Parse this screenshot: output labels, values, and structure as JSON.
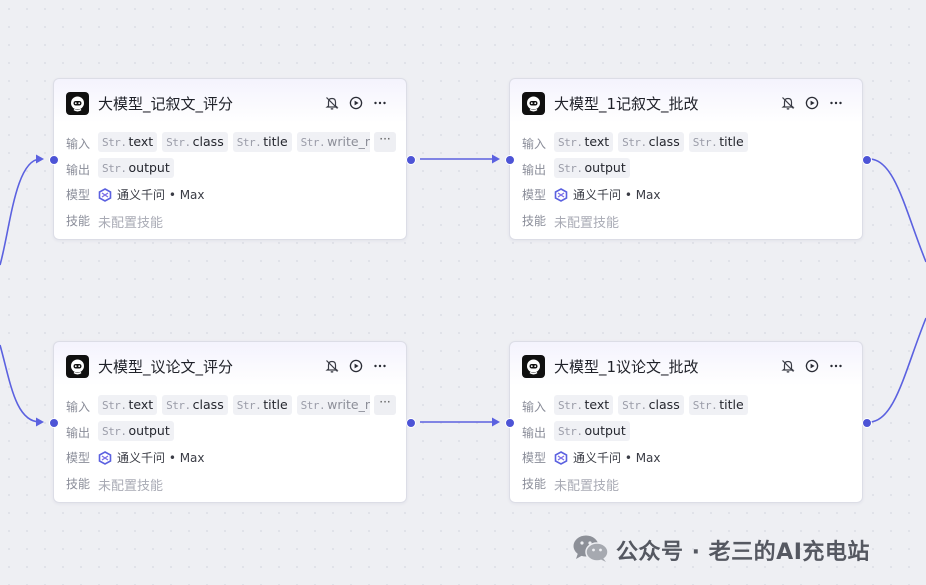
{
  "nodes": [
    {
      "title": "大模型_记叙文_评分",
      "inputs_label": "输入",
      "inputs": [
        {
          "type": "Str.",
          "name": "text"
        },
        {
          "type": "Str.",
          "name": "class"
        },
        {
          "type": "Str.",
          "name": "title"
        },
        {
          "type": "Str.",
          "name": "write_norm"
        }
      ],
      "more": "···",
      "outputs_label": "输出",
      "outputs": [
        {
          "type": "Str.",
          "name": "output"
        }
      ],
      "model_label": "模型",
      "model": "通义千问 • Max",
      "skills_label": "技能",
      "skills": "未配置技能"
    },
    {
      "title": "大模型_1记叙文_批改",
      "inputs_label": "输入",
      "inputs": [
        {
          "type": "Str.",
          "name": "text"
        },
        {
          "type": "Str.",
          "name": "class"
        },
        {
          "type": "Str.",
          "name": "title"
        }
      ],
      "outputs_label": "输出",
      "outputs": [
        {
          "type": "Str.",
          "name": "output"
        }
      ],
      "model_label": "模型",
      "model": "通义千问 • Max",
      "skills_label": "技能",
      "skills": "未配置技能"
    },
    {
      "title": "大模型_议论文_评分",
      "inputs_label": "输入",
      "inputs": [
        {
          "type": "Str.",
          "name": "text"
        },
        {
          "type": "Str.",
          "name": "class"
        },
        {
          "type": "Str.",
          "name": "title"
        },
        {
          "type": "Str.",
          "name": "write_norm"
        }
      ],
      "more": "···",
      "outputs_label": "输出",
      "outputs": [
        {
          "type": "Str.",
          "name": "output"
        }
      ],
      "model_label": "模型",
      "model": "通义千问 • Max",
      "skills_label": "技能",
      "skills": "未配置技能"
    },
    {
      "title": "大模型_1议论文_批改",
      "inputs_label": "输入",
      "inputs": [
        {
          "type": "Str.",
          "name": "text"
        },
        {
          "type": "Str.",
          "name": "class"
        },
        {
          "type": "Str.",
          "name": "title"
        }
      ],
      "outputs_label": "输出",
      "outputs": [
        {
          "type": "Str.",
          "name": "output"
        }
      ],
      "model_label": "模型",
      "model": "通义千问 • Max",
      "skills_label": "技能",
      "skills": "未配置技能"
    }
  ],
  "node_actions": [
    "mute-bell-icon",
    "play-circle-icon",
    "more-options-icon"
  ],
  "watermark": "公众号 · 老三的AI充电站",
  "colors": {
    "accent": "#4d54d6",
    "edge": "#5b61e0",
    "node_icon_bg": "#101010"
  }
}
